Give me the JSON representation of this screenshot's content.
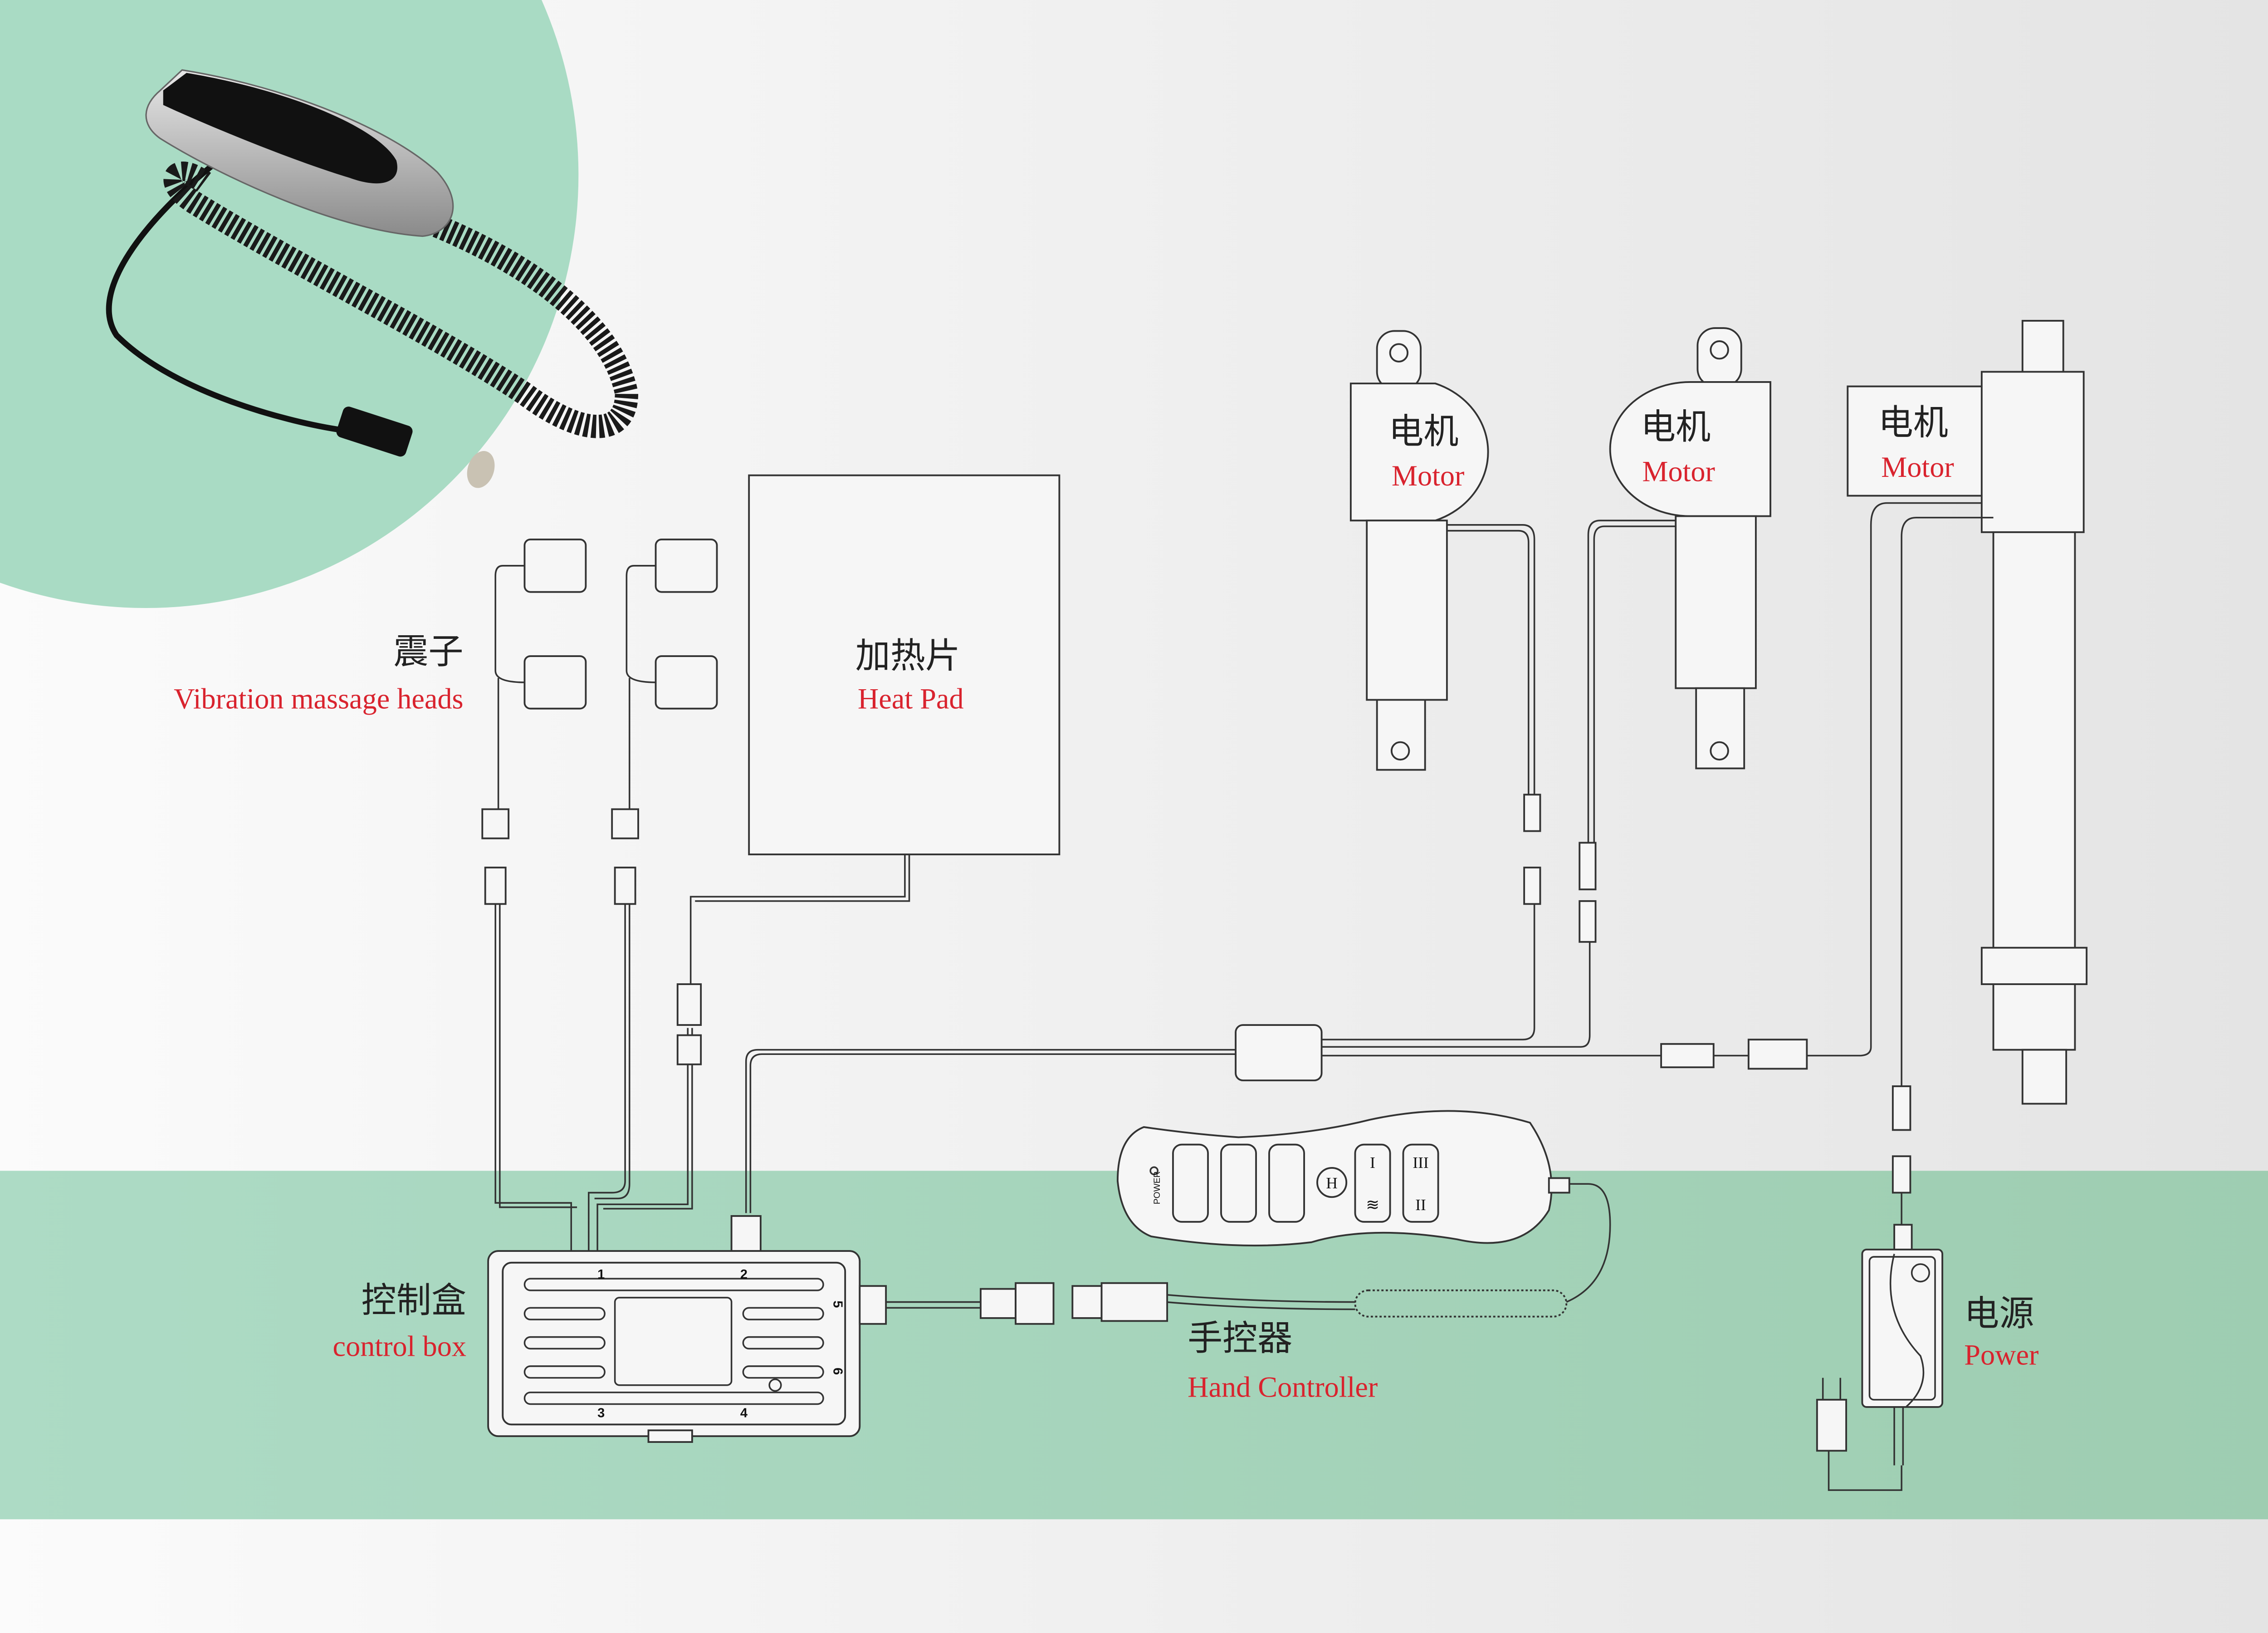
{
  "colors": {
    "accent_green": "#a9d9c3",
    "label_red": "#d9232e",
    "line": "#333333"
  },
  "labels": {
    "vibration": {
      "zh": "震子",
      "en": "Vibration massage heads"
    },
    "heat_pad": {
      "zh": "加热片",
      "en": "Heat Pad"
    },
    "motor1": {
      "zh": "电机",
      "en": "Motor"
    },
    "motor2": {
      "zh": "电机",
      "en": "Motor"
    },
    "motor3": {
      "zh": "电机",
      "en": "Motor"
    },
    "control_box": {
      "zh": "控制盒",
      "en": "control box"
    },
    "hand_controller": {
      "zh": "手控器",
      "en": "Hand Controller"
    },
    "power": {
      "zh": "电源",
      "en": "Power"
    }
  },
  "control_box_ports": [
    "1",
    "2",
    "3",
    "4",
    "5",
    "6"
  ],
  "hand_controller_buttons": {
    "power": "POWER",
    "h": "H",
    "i": "I",
    "ii": "II",
    "iii": "III"
  }
}
